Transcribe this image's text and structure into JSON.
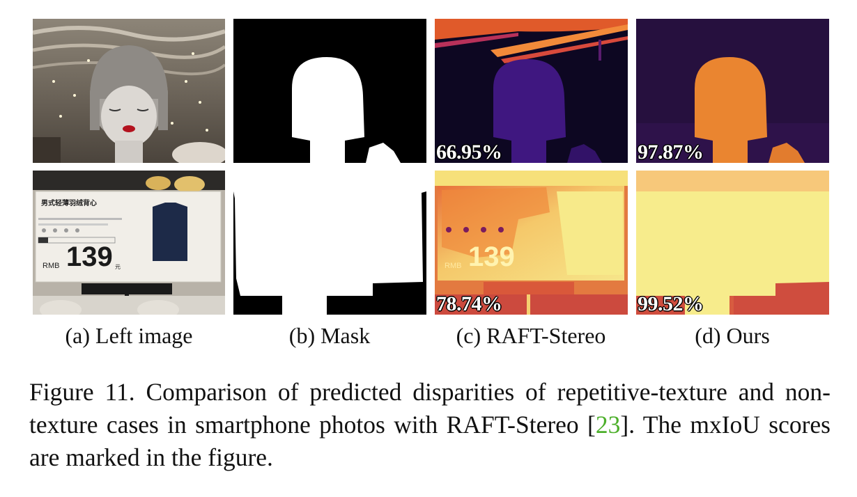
{
  "subcaptions": {
    "a": "(a) Left image",
    "b": "(b) Mask",
    "c": "(c) RAFT-Stereo",
    "d": "(d) Ours"
  },
  "scores": {
    "row1_raft": "66.95%",
    "row1_ours": "97.87%",
    "row2_raft": "78.74%",
    "row2_ours": "99.52%"
  },
  "photo_text": {
    "tag_title": "男式轻薄羽绒背心",
    "currency": "RMB",
    "price": "139",
    "price_suffix": "元"
  },
  "caption": {
    "part1": "Figure 11.  Comparison of predicted disparities of repetitive-texture and non-texture cases in smartphone photos with RAFT-Stereo [",
    "cite": "23",
    "part2": "]. The mxIoU scores are marked in the figure."
  },
  "colors": {
    "citation": "#4caf2a",
    "disparity_low": "#2c0f4f",
    "disparity_mid": "#e0742a",
    "disparity_high": "#f7ec8c"
  }
}
